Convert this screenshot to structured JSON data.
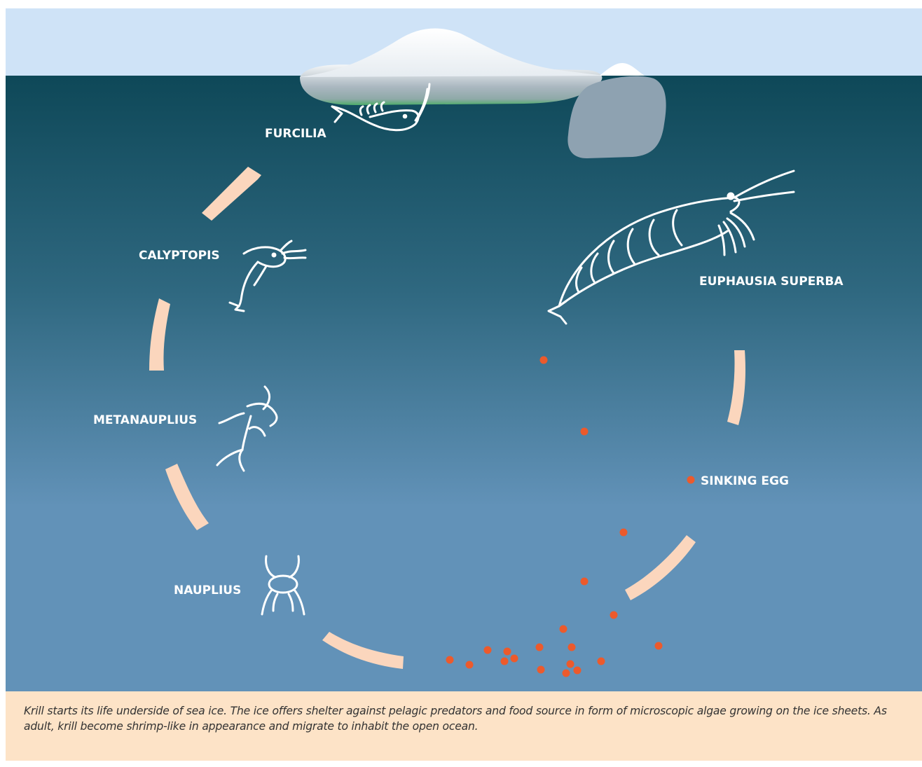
{
  "colors": {
    "sky": "#cfe3f7",
    "sea_top": "#0e4858",
    "sea_bottom": "#6292b8",
    "arrow_arc": "#fbd6bd",
    "egg": "#ec5a2c",
    "caption_bg": "#fde3c7"
  },
  "stages": {
    "furcilia": "FURCILIA",
    "calyptopis": "CALYPTOPIS",
    "metanauplius": "METANAUPLIUS",
    "nauplius": "NAUPLIUS",
    "adult": "EUPHAUSIA SUPERBA",
    "egg": "SINKING EGG"
  },
  "icons": [
    "furcilia-larva-icon",
    "calyptopis-larva-icon",
    "metanauplius-larva-icon",
    "nauplius-larva-icon",
    "adult-krill-icon",
    "egg-dot-icon"
  ],
  "caption": "Krill starts its life underside of sea ice. The ice offers shelter against pelagic predators and food source in form of microscopic algae growing on the ice sheets. As adult, krill become shrimp-like in appearance and migrate to inhabit the open ocean."
}
